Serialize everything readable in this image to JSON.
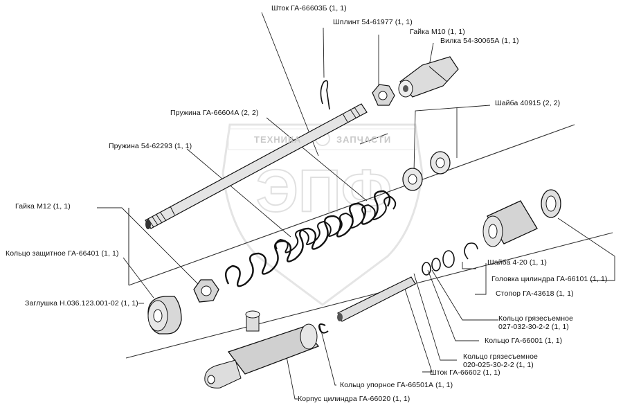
{
  "watermark": {
    "left_text": "ТЕХНИКА",
    "right_text": "ЗАПЧАСТИ",
    "logo_text": "ЭПФ"
  },
  "labels": {
    "shtok_66603b": "Шток ГА-66603Б (1, 1)",
    "shplint": "Шплинт 54-61977 (1, 1)",
    "gaika_m10": "Гайка М10 (1, 1)",
    "vilka": "Вилка 54-30065А (1, 1)",
    "pruzhina_66604a": "Пружина ГА-66604А (2, 2)",
    "shaiba_40915": "Шайба 40915 (2, 2)",
    "pruzhina_62293": "Пружина 54-62293 (1, 1)",
    "gaika_m12": "Гайка М12 (1, 1)",
    "koltso_zashitnoe": "Кольцо защитное ГА-66401 (1, 1)",
    "shaiba_4_20": "Шайба 4-20 (1, 1)",
    "golovka": "Головка цилиндра ГА-66101 (1, 1)",
    "stopor": "Стопор ГА-43618 (1, 1)",
    "zaglushka": "Заглушка Н.036.123.001-02 (1, 1)",
    "koltso_gryaz_1_line1": "Кольцо грязесъемное",
    "koltso_gryaz_1_line2": "027-032-30-2-2 (1, 1)",
    "koltso_66001": "Кольцо ГА-66001 (1, 1)",
    "koltso_gryaz_2_line1": "Кольцо грязесъемное",
    "koltso_gryaz_2_line2": "020-025-30-2-2 (1, 1)",
    "shtok_66602": "Шток ГА-66602 (1, 1)",
    "koltso_upornoe": "Кольцо упорное ГА-66501А (1, 1)",
    "korpus": "Корпус цилиндра ГА-66020 (1, 1)"
  }
}
